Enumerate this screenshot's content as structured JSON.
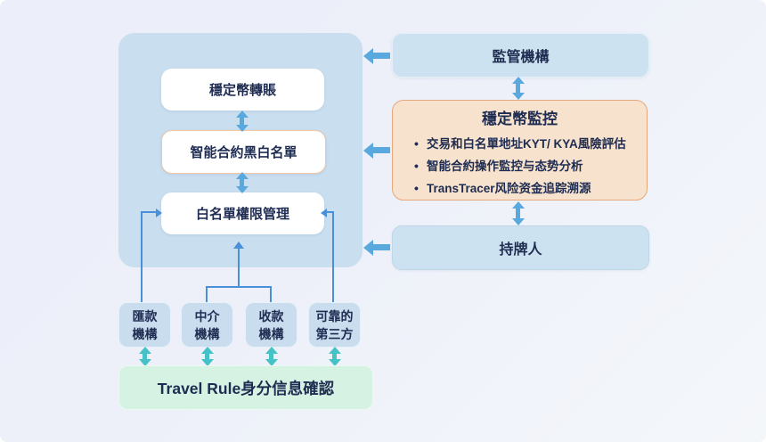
{
  "diagram": {
    "core_panel": {
      "nodes": [
        {
          "label": "穩定幣轉賬"
        },
        {
          "label": "智能合約黑白名單"
        },
        {
          "label": "白名單權限管理"
        }
      ]
    },
    "right_column": {
      "regulator": {
        "label": "監管機構"
      },
      "monitor": {
        "title": "穩定幣監控",
        "bullets": [
          "交易和白名單地址KYT/ KYA風險評估",
          "智能合約操作監控与态势分析",
          "TransTracer风险资金追踪溯源"
        ]
      },
      "licensee": {
        "label": "持牌人"
      }
    },
    "bottom_row": [
      {
        "label": "匯款\n機構"
      },
      {
        "label": "中介\n機構"
      },
      {
        "label": "收款\n機構"
      },
      {
        "label": "可靠的\n第三方"
      }
    ],
    "travel_rule": {
      "label": "Travel Rule身分信息確認"
    }
  },
  "colors": {
    "background_start": "#ECEEF9",
    "background_end": "#F4F7FA",
    "core_panel_fill": "#C9DEEF",
    "blue_node_fill": "#CDE2F0",
    "monitor_fill": "#F7E3CD",
    "monitor_border": "#E5A87E",
    "small_node_fill": "#C9DDEE",
    "travel_rule_fill": "#D6F2E3",
    "thick_arrow_blue": "#59A9DF",
    "thin_line_blue": "#4A90D9",
    "teal_arrow": "#45C2C7",
    "text": "#1F2C52"
  }
}
